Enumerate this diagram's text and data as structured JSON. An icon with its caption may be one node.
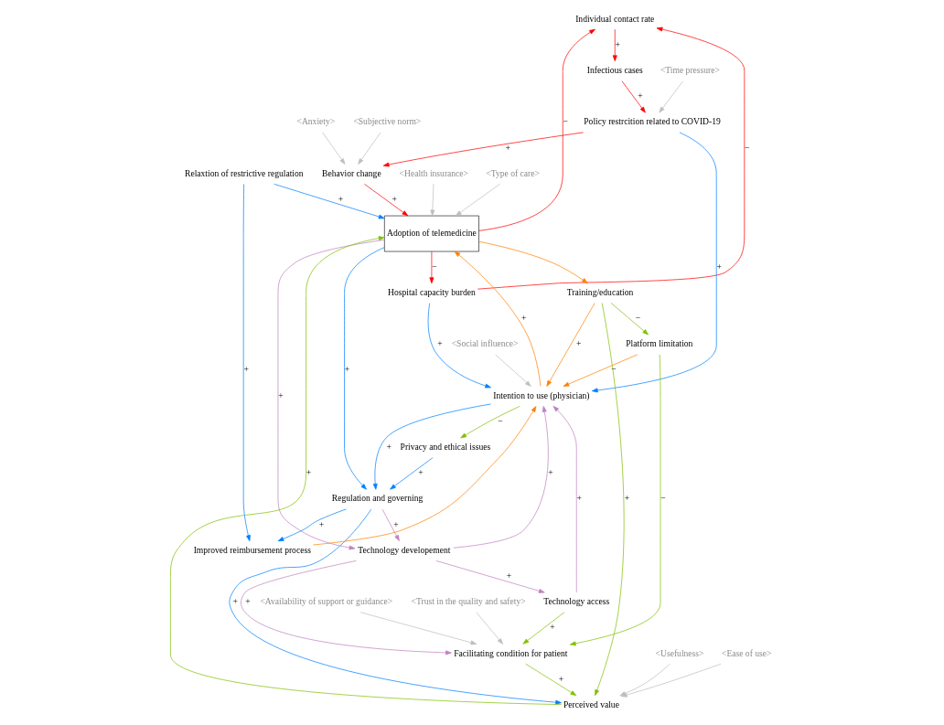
{
  "diagram": {
    "nodes": [
      {
        "text": [
          "Individual contact rate"
        ]
      },
      {
        "text": [
          "Hospital capacity burden"
        ]
      },
      {
        "text": [
          "Infectious cases"
        ]
      },
      {
        "text": [
          "Policy restrcition related to COVID-19"
        ]
      },
      {
        "text": [
          "<Health insurance>"
        ]
      },
      {
        "text": [
          "<Type of care>"
        ]
      },
      {
        "text": [
          "<Anxiety>"
        ]
      },
      {
        "text": [
          "<Subjective norm>"
        ]
      },
      {
        "text": [
          "Adoption of telemedicine"
        ]
      },
      {
        "text": [
          "<Availability of support or guidance>"
        ]
      },
      {
        "text": [
          "<Trust in the quality and safety>"
        ]
      },
      {
        "text": [
          "Behavior change"
        ]
      },
      {
        "text": [
          "Technology developement"
        ]
      },
      {
        "text": [
          "Facilitating condition for patient"
        ]
      },
      {
        "text": [
          "<Time pressure>"
        ]
      },
      {
        "text": [
          "<Usefulness>"
        ]
      },
      {
        "text": [
          "Relaxtion of restrictive regulation"
        ]
      },
      {
        "text": [
          "Regulation and governing"
        ]
      },
      {
        "text": [
          "Perceived value"
        ]
      },
      {
        "text": [
          "Technology access"
        ]
      },
      {
        "text": [
          "<Ease of use>"
        ]
      },
      {
        "text": [
          "Improved reimbursement process"
        ]
      },
      {
        "text": [
          "Training/education"
        ]
      },
      {
        "text": [
          "Platform limitation"
        ]
      },
      {
        "text": [
          "Privacy and ethical issues"
        ]
      },
      {
        "text": [
          "<Social influence>"
        ]
      },
      {
        "text": [
          "Intention to use (physician)"
        ]
      }
    ],
    "edges": [
      {
        "from": 1,
        "to": 0,
        "arrow": "to",
        "label": "−",
        "color": "#ff0000"
      },
      {
        "from": 0,
        "to": 2,
        "arrow": "to",
        "label": "+",
        "color": "#ff0000"
      },
      {
        "from": 2,
        "to": 3,
        "arrow": "to",
        "label": "+",
        "color": "#ff0000"
      },
      {
        "from": 3,
        "to": 11,
        "arrow": "to",
        "label": "+",
        "color": "#ff0000"
      },
      {
        "from": 11,
        "to": 8,
        "arrow": "to",
        "label": "+",
        "color": "#ff0000"
      },
      {
        "from": 8,
        "to": 0,
        "arrow": "to",
        "label": "−",
        "color": "#ff0000"
      },
      {
        "from": 8,
        "to": 1,
        "arrow": "to",
        "label": "−",
        "color": "#ff0000"
      },
      {
        "from": 4,
        "to": 8,
        "arrow": "to",
        "color": "#bebebe"
      },
      {
        "from": 5,
        "to": 8,
        "arrow": "to",
        "color": "#bebebe"
      },
      {
        "from": 6,
        "to": 11,
        "arrow": "to",
        "color": "#bebebe"
      },
      {
        "from": 7,
        "to": 11,
        "arrow": "to",
        "color": "#bebebe"
      },
      {
        "from": 9,
        "to": 13,
        "arrow": "to",
        "color": "#bebebe"
      },
      {
        "from": 10,
        "to": 13,
        "arrow": "to",
        "color": "#bebebe"
      },
      {
        "from": 14,
        "to": 3,
        "arrow": "to",
        "color": "#bebebe"
      },
      {
        "from": 15,
        "to": 18,
        "arrow": "to",
        "color": "#bebebe"
      },
      {
        "from": 20,
        "to": 18,
        "arrow": "to",
        "color": "#bebebe"
      },
      {
        "from": 25,
        "to": 26,
        "arrow": "to",
        "color": "#bebebe"
      },
      {
        "from": 8,
        "to": 12,
        "arrow": "to",
        "label": "+",
        "color": "#c080c0"
      },
      {
        "from": 12,
        "to": 13,
        "arrow": "to",
        "label": "+",
        "color": "#c080c0"
      },
      {
        "from": 12,
        "to": 19,
        "arrow": "to",
        "label": "+",
        "color": "#c080c0"
      },
      {
        "from": 12,
        "to": 26,
        "arrow": "to",
        "label": "+",
        "color": "#c080c0"
      },
      {
        "from": 19,
        "to": 26,
        "arrow": "to",
        "label": "+",
        "color": "#c080c0"
      },
      {
        "from": 17,
        "to": 12,
        "arrow": "to",
        "label": "+",
        "color": "#c080c0"
      },
      {
        "from": 1,
        "to": 26,
        "arrow": "to",
        "label": "+",
        "color": "#0080ff"
      },
      {
        "from": 3,
        "to": 26,
        "arrow": "to",
        "label": "+",
        "color": "#0080ff"
      },
      {
        "from": 16,
        "to": 8,
        "arrow": "to",
        "label": "+",
        "color": "#0080ff"
      },
      {
        "from": 8,
        "to": 17,
        "arrow": "to",
        "label": "+",
        "color": "#0080ff"
      },
      {
        "from": 16,
        "to": 21,
        "arrow": "to",
        "label": "+",
        "color": "#0080ff"
      },
      {
        "from": 17,
        "to": 21,
        "arrow": "to",
        "label": "+",
        "color": "#0080ff"
      },
      {
        "from": 17,
        "to": 18,
        "arrow": "to",
        "label": "+",
        "color": "#0080ff"
      },
      {
        "from": 26,
        "to": 17,
        "arrow": "to",
        "label": "+",
        "color": "#0080ff"
      },
      {
        "from": 24,
        "to": 17,
        "arrow": "to",
        "label": "+",
        "color": "#0080ff"
      },
      {
        "from": 8,
        "to": 22,
        "arrow": "to",
        "color": "#ff8000"
      },
      {
        "from": 26,
        "to": 8,
        "arrow": "to",
        "label": "+",
        "color": "#ff8000"
      },
      {
        "from": 21,
        "to": 26,
        "arrow": "to",
        "color": "#ff8000"
      },
      {
        "from": 22,
        "to": 26,
        "arrow": "to",
        "label": "+",
        "color": "#ff8000"
      },
      {
        "from": 23,
        "to": 26,
        "arrow": "to",
        "label": "−",
        "color": "#ff8000"
      },
      {
        "from": 18,
        "to": 8,
        "arrow": "to",
        "label": "+",
        "color": "#80c000"
      },
      {
        "from": 22,
        "to": 18,
        "arrow": "to",
        "label": "+",
        "color": "#80c000"
      },
      {
        "from": 22,
        "to": 23,
        "arrow": "to",
        "label": "−",
        "color": "#80c000"
      },
      {
        "from": 13,
        "to": 18,
        "arrow": "to",
        "label": "+",
        "color": "#80c000"
      },
      {
        "from": 19,
        "to": 13,
        "arrow": "to",
        "label": "+",
        "color": "#80c000"
      },
      {
        "from": 23,
        "to": 13,
        "arrow": "to",
        "label": "−",
        "color": "#80c000"
      },
      {
        "from": 26,
        "to": 24,
        "arrow": "to",
        "label": "−",
        "color": "#80c000"
      }
    ]
  }
}
